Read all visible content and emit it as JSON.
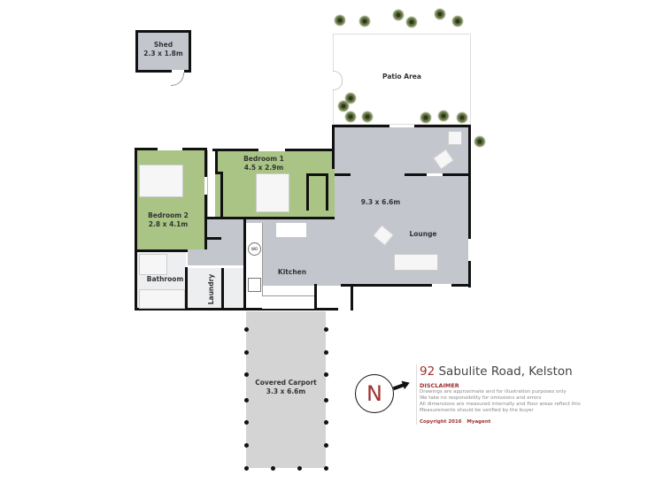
{
  "plan": {
    "shed": {
      "name": "Shed",
      "dims": "2.3 x 1.8m"
    },
    "patio": {
      "name": "Patio Area"
    },
    "bedroom1": {
      "name": "Bedroom 1",
      "dims": "4.5 x 2.9m"
    },
    "bedroom2": {
      "name": "Bedroom 2",
      "dims": "2.8 x 4.1m"
    },
    "lounge": {
      "name": "Lounge",
      "dims": "9.3 x 6.6m"
    },
    "kitchen": {
      "name": "Kitchen"
    },
    "bathroom": {
      "name": "Bathroom"
    },
    "laundry": {
      "name": "Laundry"
    },
    "carport": {
      "name": "Covered Carport",
      "dims": "3.3 x 6.6m"
    },
    "wo_label": "WO"
  },
  "compass": {
    "letter": "N"
  },
  "info": {
    "number": "92",
    "street": "Sabulite Road, Kelston",
    "disclaimer_heading": "DISCLAIMER",
    "disclaimer_lines": [
      "Drawings are approximate and for illustration purposes only",
      "We take no responsibility for omissions and errors",
      "All dimensions are measured internally and floor areas reflect this",
      "Measurements should be verified by the buyer"
    ],
    "copyright": "Copyright 2016",
    "agent": "Myagent"
  },
  "colors": {
    "bedroom_green": "#a9c485",
    "floor_grey": "#c3c6cd",
    "accent_red": "#a03030",
    "wall": "#111111"
  }
}
